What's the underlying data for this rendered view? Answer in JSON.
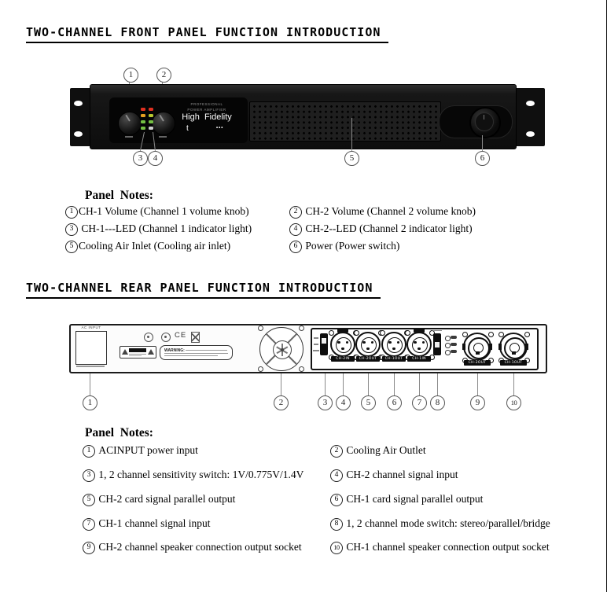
{
  "sections": {
    "front_title": "TWO-CHANNEL FRONT PANEL FUNCTION INTRODUCTION",
    "rear_title": "TWO-CHANNEL REAR PANEL FUNCTION INTRODUCTION"
  },
  "front_figure": {
    "brand_line1": "PROFESSIONAL",
    "brand_line2": "POWER AMPLIFIER",
    "display_main": "High  Fidelity",
    "display_sub": "t",
    "display_dots": "•••",
    "callouts": [
      "1",
      "2",
      "3",
      "4",
      "5",
      "6"
    ]
  },
  "front_notes": {
    "heading": "Panel  Notes:",
    "left": [
      {
        "num": "1",
        "text": "CH-1 Volume (Channel 1 volume knob)"
      },
      {
        "num": "3",
        "text": " CH-1---LED (Channel 1 indicator light)"
      },
      {
        "num": "5",
        "text": "Cooling Air Inlet (Cooling air inlet)"
      }
    ],
    "right": [
      {
        "num": "2",
        "text": " CH-2 Volume (Channel 2 volume knob)"
      },
      {
        "num": "4",
        "text": " CH-2--LED (Channel 2 indicator light)"
      },
      {
        "num": "6",
        "text": " Power (Power switch)"
      }
    ]
  },
  "rear_figure": {
    "ac_label": "AC INPUT",
    "ce_mark": "CE",
    "warning_label": "WARNING:",
    "xlr_labels": [
      "CH-2IN",
      "CH-2OUT",
      "CH-1OUT",
      "CH-1IN"
    ],
    "speakon_labels": [
      "CH-2OUT",
      "CH-1OUT"
    ],
    "callouts": [
      "1",
      "2",
      "3",
      "4",
      "5",
      "6",
      "7",
      "8",
      "9",
      "10"
    ]
  },
  "rear_notes": {
    "heading": "Panel  Notes:",
    "left": [
      {
        "num": "1",
        "text": " ACINPUT power input"
      },
      {
        "num": "3",
        "text": " 1, 2 channel sensitivity switch: 1V/0.775V/1.4V"
      },
      {
        "num": "5",
        "text": " CH-2 card signal parallel output"
      },
      {
        "num": "7",
        "text": " CH-1 channel signal input"
      },
      {
        "num": "9",
        "text": " CH-2 channel speaker connection output socket"
      }
    ],
    "right": [
      {
        "num": "2",
        "text": " Cooling Air Outlet"
      },
      {
        "num": "4",
        "text": " CH-2 channel signal input"
      },
      {
        "num": "6",
        "text": " CH-1 card signal parallel output"
      },
      {
        "num": "8",
        "text": " 1, 2 channel mode switch: stereo/parallel/bridge"
      },
      {
        "num": "10",
        "text": " CH-1 channel speaker connection output socket"
      }
    ]
  }
}
